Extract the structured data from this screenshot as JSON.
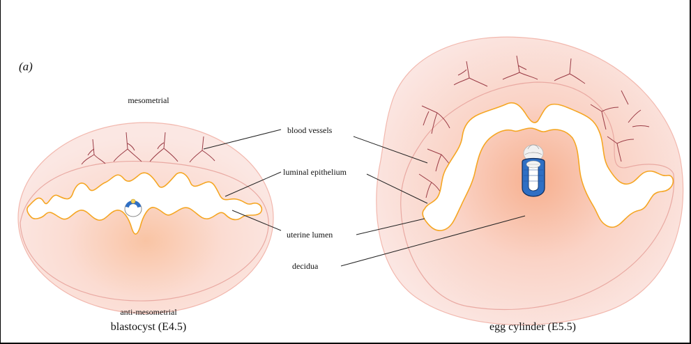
{
  "panel_label": "(a)",
  "labels": {
    "mesometrial": "mesometrial",
    "anti_mesometrial": "anti-mesometrial",
    "blood_vessels": "blood vessels",
    "luminal_epithelium": "luminal epithelium",
    "uterine_lumen": "uterine lumen",
    "decidua": "decidua"
  },
  "captions": {
    "left": "blastocyst (E4.5)",
    "right": "egg cylinder (E5.5)"
  },
  "colors": {
    "uterus_fill": "#fbe4df",
    "uterus_outline": "#f2b8ae",
    "decidua_core": "#f7b99a",
    "lumen_fill": "#ffffff",
    "epithelium": "#f5a623",
    "vessel": "#9a3b45",
    "embryo_blue": "#2f6fc4"
  }
}
